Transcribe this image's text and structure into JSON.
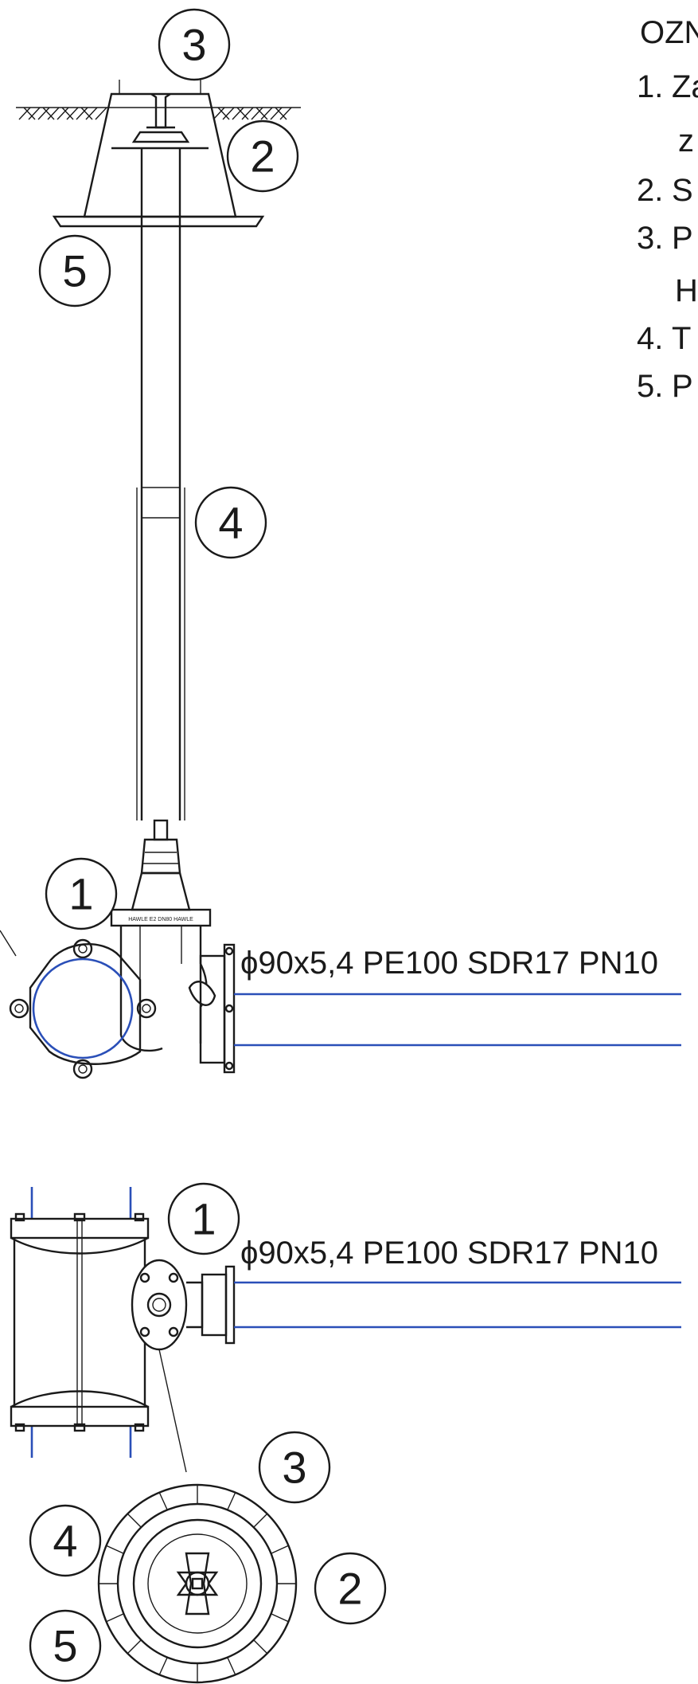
{
  "legend": {
    "heading": "OZN",
    "items": [
      {
        "number": "1.",
        "text": "Za"
      },
      {
        "number": "",
        "text": "z"
      },
      {
        "number": "2.",
        "text": "S"
      },
      {
        "number": "3.",
        "text": "P"
      },
      {
        "number": "",
        "text": "H"
      },
      {
        "number": "4.",
        "text": "T"
      },
      {
        "number": "5.",
        "text": "P"
      }
    ]
  },
  "pipe_labels": {
    "elevation": "ϕ90x5,4 PE100 SDR17 PN10",
    "plan": "ϕ90x5,4 PE100 SDR17 PN10"
  },
  "valve_marking": "HAWLE E2 DN80 HAWLE",
  "balloons": {
    "elev_3": "3",
    "elev_2": "2",
    "elev_5": "5",
    "elev_4": "4",
    "elev_1": "1",
    "plan_1": "1",
    "plan_3": "3",
    "plan_4": "4",
    "plan_2": "2",
    "plan_5": "5"
  },
  "colors": {
    "ink": "#1a1a1a",
    "pipe": "#2a4fb8"
  }
}
